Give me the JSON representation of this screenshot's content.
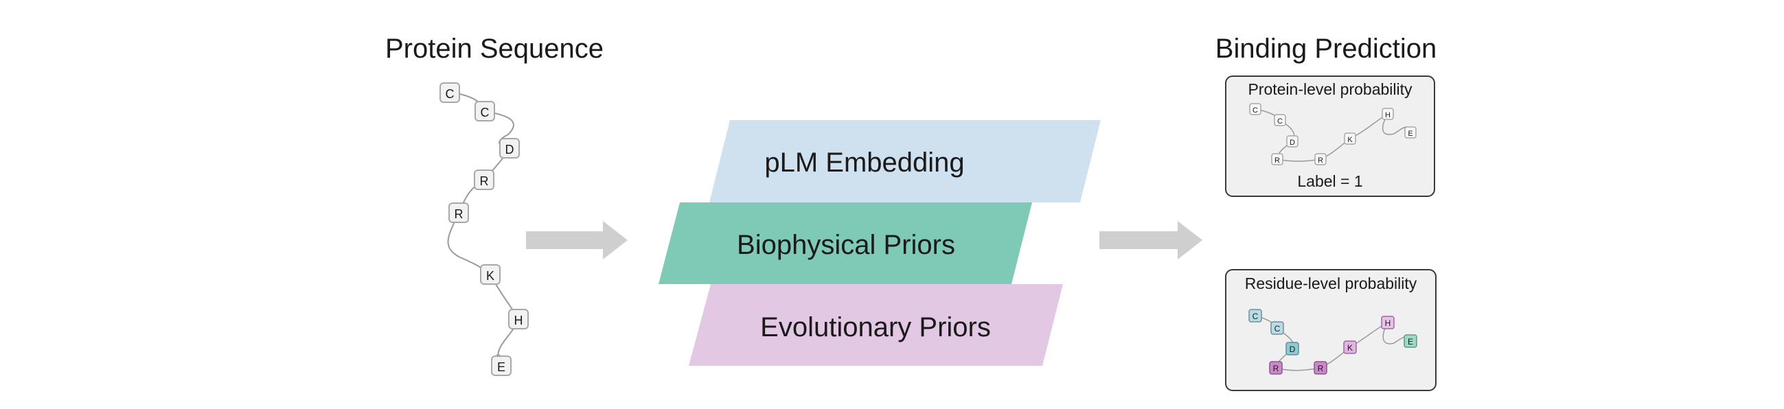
{
  "left": {
    "title": "Protein Sequence",
    "residues": [
      "C",
      "C",
      "D",
      "R",
      "R",
      "K",
      "H",
      "E"
    ]
  },
  "middle": {
    "layers": [
      {
        "label": "pLM Embedding",
        "color": "#cfe0ef"
      },
      {
        "label": "Biophysical Priors",
        "color": "#7ecab7"
      },
      {
        "label": "Evolutionary Priors",
        "color": "#e3c8e3"
      }
    ]
  },
  "right": {
    "title": "Binding Prediction",
    "protein_box": {
      "title": "Protein-level probability",
      "label": "Label = 1",
      "residues": [
        "C",
        "C",
        "D",
        "R",
        "R",
        "K",
        "H",
        "E"
      ]
    },
    "residue_box": {
      "title": "Residue-level probability",
      "residues": [
        {
          "letter": "C",
          "color": "#b9dbe6"
        },
        {
          "letter": "C",
          "color": "#b9dbe6"
        },
        {
          "letter": "D",
          "color": "#8ecad6"
        },
        {
          "letter": "R",
          "color": "#cc88cc"
        },
        {
          "letter": "R",
          "color": "#cc88cc"
        },
        {
          "letter": "K",
          "color": "#e3b4e3"
        },
        {
          "letter": "H",
          "color": "#e9c2ea"
        },
        {
          "letter": "E",
          "color": "#9fd8c7"
        }
      ]
    }
  },
  "colors": {
    "arrow": "#cfcfcf",
    "box_bg": "#f0f0f0",
    "box_border": "#3a3a3a",
    "residue_bg": "#f2f2f2",
    "residue_border": "#a8a8a8",
    "chain": "#9a9a9a",
    "text": "#1a1a1a"
  }
}
